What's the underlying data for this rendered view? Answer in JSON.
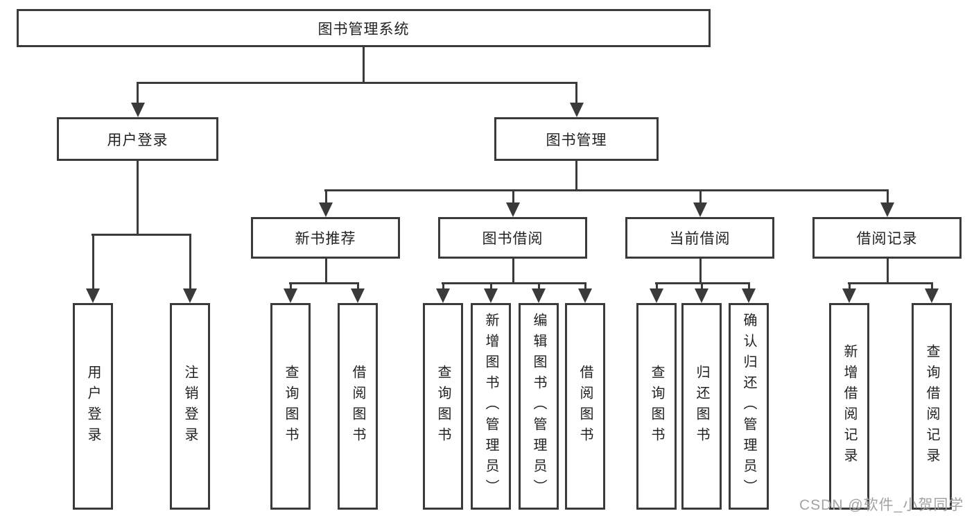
{
  "tree": {
    "root": {
      "label": "图书管理系统"
    },
    "branches": [
      {
        "label": "用户登录",
        "children": [
          {
            "label": "用户登录"
          },
          {
            "label": "注销登录"
          }
        ]
      },
      {
        "label": "图书管理",
        "children": [
          {
            "label": "新书推荐",
            "children": [
              {
                "label": "查询图书"
              },
              {
                "label": "借阅图书"
              }
            ]
          },
          {
            "label": "图书借阅",
            "children": [
              {
                "label": "查询图书"
              },
              {
                "label": "新增图书（管理员）"
              },
              {
                "label": "编辑图书（管理员）"
              },
              {
                "label": "借阅图书"
              }
            ]
          },
          {
            "label": "当前借阅",
            "children": [
              {
                "label": "查询图书"
              },
              {
                "label": "归还图书"
              },
              {
                "label": "确认归还（管理员）"
              }
            ]
          },
          {
            "label": "借阅记录",
            "children": [
              {
                "label": "新增借阅记录"
              },
              {
                "label": "查询借阅记录"
              }
            ]
          }
        ]
      }
    ]
  },
  "watermark": {
    "text": "CSDN @软件_小贺同学"
  },
  "colors": {
    "line": "#3a3a3a",
    "text": "#222222",
    "box_background": "#ffffff",
    "watermark": "#a3a3a3",
    "background": "#ffffff"
  }
}
